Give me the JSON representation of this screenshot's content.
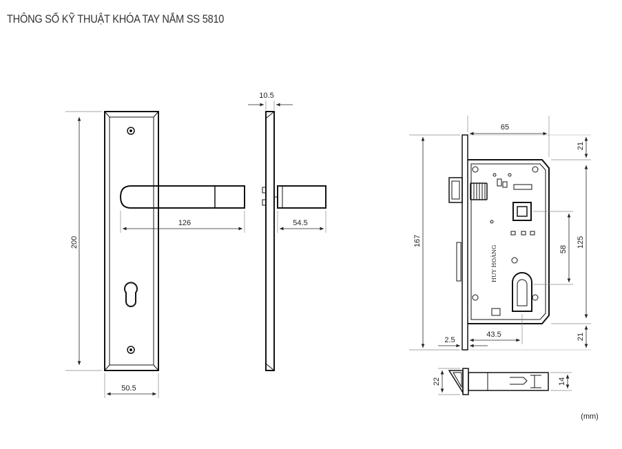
{
  "title": "THÔNG SỐ KỸ THUẬT KHÓA TAY NẮM SS 5810",
  "unit": "(mm)",
  "dimensions": {
    "plate_height": "200",
    "plate_width": "50.5",
    "handle_length": "126",
    "side_thickness": "10.5",
    "handle_projection": "54.5",
    "body_width": "65",
    "body_height": "167",
    "top_offset": "21",
    "bottom_offset": "21",
    "handle_to_cylinder": "58",
    "spindle_span": "125",
    "backset": "43.5",
    "faceplate": "2.5",
    "bottom_view_outer": "22",
    "bottom_view_inner": "14"
  },
  "brand_text": "HUY HOÀNG"
}
